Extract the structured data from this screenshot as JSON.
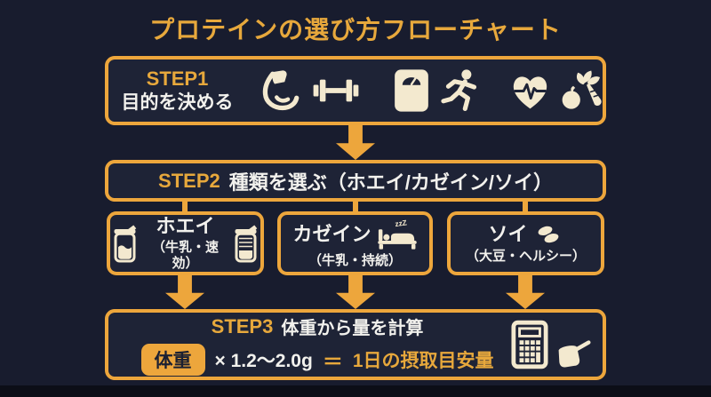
{
  "palette": {
    "background": "#181c2e",
    "box_background": "#1e2336",
    "accent_orange": "#eda63c",
    "gold_text": "#e7a83c",
    "white_text": "#f2f1ed",
    "icon_cream": "#f3e9cf",
    "dark_text": "#1b2032"
  },
  "title": "プロテインの選び方フローチャート",
  "step1": {
    "label": "STEP1",
    "heading": "目的を決める",
    "icons": [
      "bicep-icon",
      "dumbbell-icon",
      "scale-icon",
      "runner-icon",
      "heart-pulse-icon",
      "vegetables-icon"
    ]
  },
  "step2": {
    "label": "STEP2",
    "heading": "種類を選ぶ（ホエイ/カゼイン/ソイ）"
  },
  "options": [
    {
      "name": "ホエイ",
      "subtitle": "（牛乳・速効）",
      "icon": "shaker-icon"
    },
    {
      "name": "カゼイン",
      "subtitle": "（牛乳・持続）",
      "icon": "sleeping-bed-icon",
      "icon_note": "zzZ"
    },
    {
      "name": "ソイ",
      "subtitle": "（大豆・ヘルシー）",
      "icon": "soybeans-icon"
    }
  ],
  "step3": {
    "label": "STEP3",
    "heading": "体重から量を計算",
    "formula": {
      "weight_label": "体重",
      "multiplier": "× 1.2〜2.0g",
      "equals": "＝",
      "result": "1日の摂取目安量"
    },
    "icons": [
      "calculator-icon",
      "scoop-icon"
    ]
  }
}
